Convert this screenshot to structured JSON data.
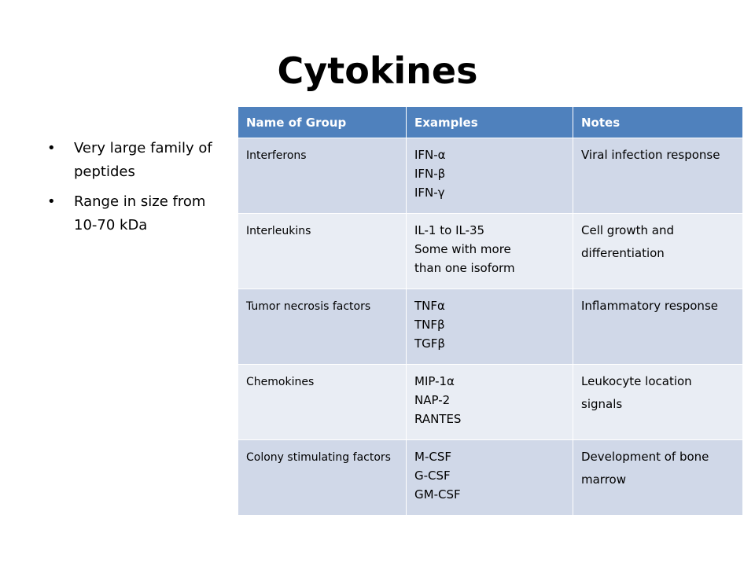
{
  "slide": {
    "title": "Cytokines",
    "bullets": [
      "Very large family of peptides",
      "Range in size from 10-70 kDa"
    ]
  },
  "table": {
    "headers": [
      "Name of Group",
      "Examples",
      "Notes"
    ],
    "rows": [
      {
        "group": "Interferons",
        "examples": [
          "IFN-α",
          "IFN-β",
          "IFN-γ"
        ],
        "notes": "Viral infection response"
      },
      {
        "group": "Interleukins",
        "examples": [
          "IL-1 to IL-35",
          "Some with more",
          "than one isoform"
        ],
        "notes": "Cell growth and differentiation"
      },
      {
        "group": "Tumor necrosis factors",
        "examples": [
          "TNFα",
          "TNFβ",
          "TGFβ"
        ],
        "notes": "Inflammatory response"
      },
      {
        "group": "Chemokines",
        "examples": [
          "MIP-1α",
          "NAP-2",
          "RANTES"
        ],
        "notes": "Leukocyte location signals"
      },
      {
        "group": "Colony stimulating factors",
        "examples": [
          "M-CSF",
          "G-CSF",
          "GM-CSF"
        ],
        "notes": "Development of bone marrow"
      }
    ],
    "colors": {
      "header": "#4f81bd",
      "row_dark": "#d0d8e8",
      "row_light": "#e9edf4"
    }
  }
}
